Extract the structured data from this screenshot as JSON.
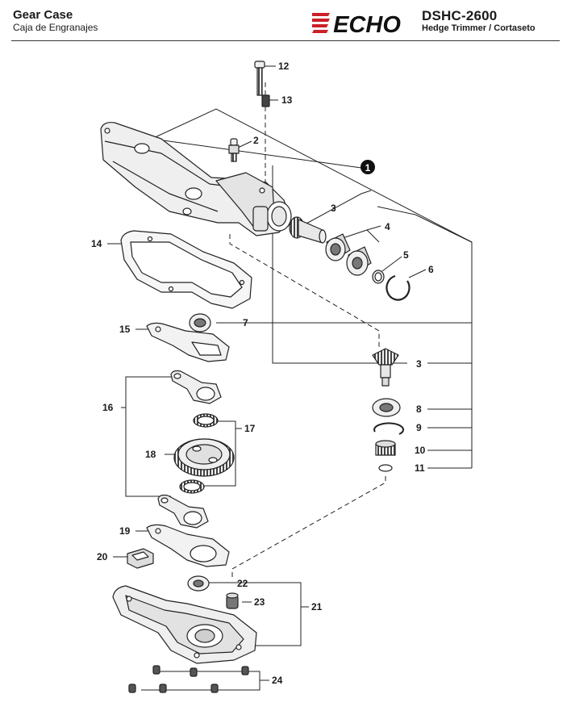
{
  "header": {
    "title": "Gear Case",
    "subtitle": "Caja de Engranajes",
    "brand": "ECHO",
    "model": "DSHC-2600",
    "description": "Hedge Trimmer / Cortaseto"
  },
  "assembly_marker": "1",
  "callouts": [
    "12",
    "13",
    "2",
    "3",
    "4",
    "5",
    "6",
    "14",
    "15",
    "7",
    "3",
    "8",
    "9",
    "10",
    "11",
    "16",
    "17",
    "18",
    "19",
    "20",
    "22",
    "23",
    "21",
    "24"
  ],
  "colors": {
    "brand_red": "#cc2127",
    "line": "#222222",
    "part_fill": "#efefef"
  }
}
